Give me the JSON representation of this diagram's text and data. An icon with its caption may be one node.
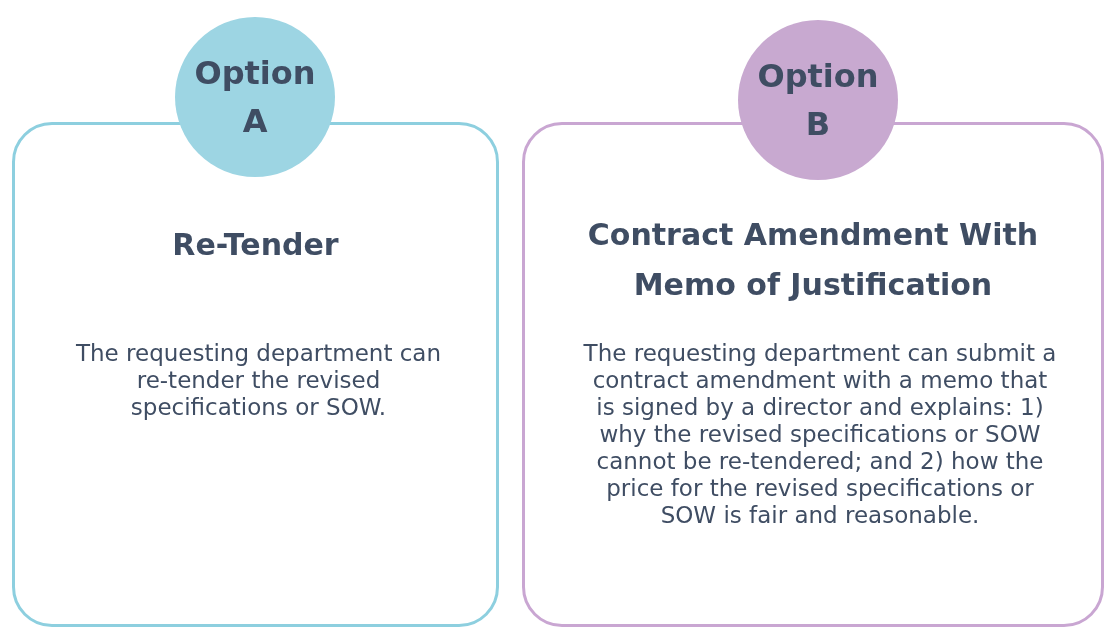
{
  "diagram": {
    "nodes": [
      {
        "text": [
          "Option A"
        ]
      },
      {
        "text": [
          "Re-Tender",
          "The requesting department can re-tender the revised specifications or SOW."
        ]
      },
      {
        "text": [
          "Option B"
        ]
      },
      {
        "text": [
          "Contract Amendment With Memo of Justification",
          "The requesting department can submit a contract amendment with a memo that is signed by a director and explains: 1) why the revised specifications or SOW cannot be re-tendered; and 2) how the price for the revised specifications or SOW is fair and reasonable."
        ]
      }
    ]
  }
}
